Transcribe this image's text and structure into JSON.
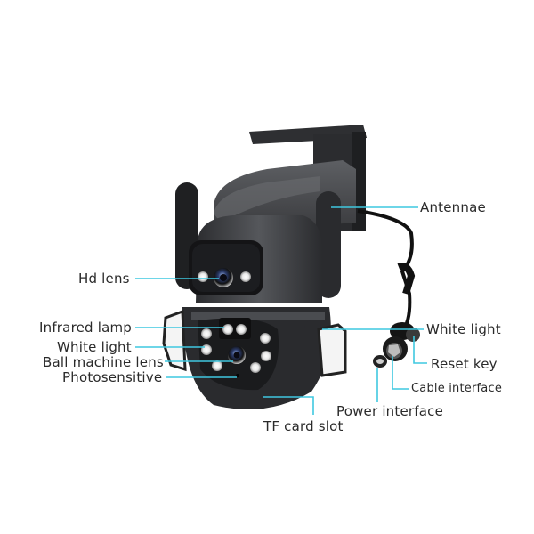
{
  "diagram": {
    "subject": "Dual-lens PTZ security camera with wall mount and cable",
    "leader_color": "#3fc8e0",
    "body_color": "#3a3b3e",
    "labels": [
      {
        "id": "antennae",
        "text": "Antennae"
      },
      {
        "id": "hd-lens",
        "text": "Hd lens"
      },
      {
        "id": "infrared-lamp",
        "text": "Infrared lamp"
      },
      {
        "id": "white-light-left",
        "text": "White light"
      },
      {
        "id": "ball-machine-lens",
        "text": "Ball machine lens"
      },
      {
        "id": "photosensitive",
        "text": "Photosensitive"
      },
      {
        "id": "white-light-right",
        "text": "White light"
      },
      {
        "id": "reset-key",
        "text": "Reset key"
      },
      {
        "id": "cable-interface",
        "text": "Cable interface"
      },
      {
        "id": "power-interface",
        "text": "Power interface"
      },
      {
        "id": "tf-card-slot",
        "text": "TF card slot"
      }
    ]
  }
}
